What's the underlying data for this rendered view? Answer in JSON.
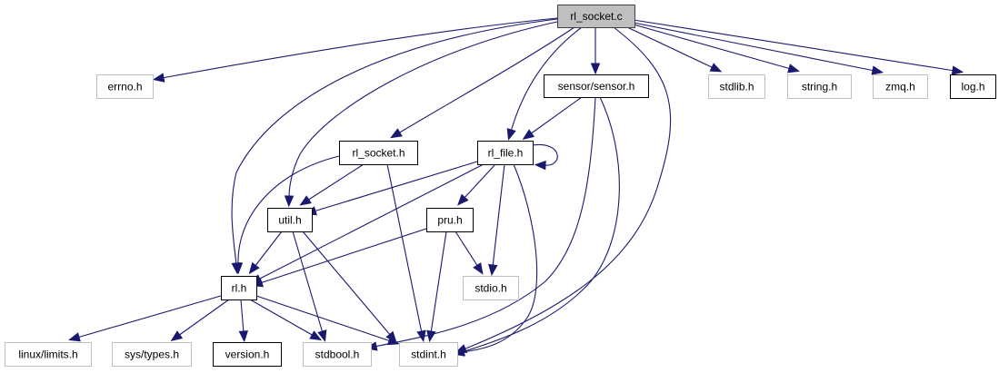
{
  "diagram": {
    "type": "include-dependency-graph",
    "root": "rl_socket.c",
    "colors": {
      "edge": "#191970",
      "root_fill": "#bfbfbf",
      "local_border": "#000000",
      "system_border": "#bfbfbf"
    },
    "nodes": [
      {
        "id": "rl_socket_c",
        "label": "rl_socket.c",
        "kind": "root"
      },
      {
        "id": "errno_h",
        "label": "errno.h",
        "kind": "system"
      },
      {
        "id": "sensor_h",
        "label": "sensor/sensor.h",
        "kind": "local"
      },
      {
        "id": "stdlib_h",
        "label": "stdlib.h",
        "kind": "system"
      },
      {
        "id": "string_h",
        "label": "string.h",
        "kind": "system"
      },
      {
        "id": "zmq_h",
        "label": "zmq.h",
        "kind": "system"
      },
      {
        "id": "log_h",
        "label": "log.h",
        "kind": "local"
      },
      {
        "id": "rl_socket_h",
        "label": "rl_socket.h",
        "kind": "local"
      },
      {
        "id": "rl_file_h",
        "label": "rl_file.h",
        "kind": "local"
      },
      {
        "id": "util_h",
        "label": "util.h",
        "kind": "local"
      },
      {
        "id": "pru_h",
        "label": "pru.h",
        "kind": "local"
      },
      {
        "id": "stdio_h",
        "label": "stdio.h",
        "kind": "system"
      },
      {
        "id": "rl_h",
        "label": "rl.h",
        "kind": "local"
      },
      {
        "id": "linux_limits_h",
        "label": "linux/limits.h",
        "kind": "system"
      },
      {
        "id": "sys_types_h",
        "label": "sys/types.h",
        "kind": "system"
      },
      {
        "id": "version_h",
        "label": "version.h",
        "kind": "local"
      },
      {
        "id": "stdbool_h",
        "label": "stdbool.h",
        "kind": "system"
      },
      {
        "id": "stdint_h",
        "label": "stdint.h",
        "kind": "system"
      }
    ],
    "edges": [
      [
        "rl_socket_c",
        "errno_h"
      ],
      [
        "rl_socket_c",
        "rl_h"
      ],
      [
        "rl_socket_c",
        "util_h"
      ],
      [
        "rl_socket_c",
        "rl_socket_h"
      ],
      [
        "rl_socket_c",
        "rl_file_h"
      ],
      [
        "rl_socket_c",
        "sensor_h"
      ],
      [
        "rl_socket_c",
        "stdint_h"
      ],
      [
        "rl_socket_c",
        "stdlib_h"
      ],
      [
        "rl_socket_c",
        "string_h"
      ],
      [
        "rl_socket_c",
        "zmq_h"
      ],
      [
        "rl_socket_c",
        "log_h"
      ],
      [
        "sensor_h",
        "rl_file_h"
      ],
      [
        "sensor_h",
        "stdbool_h"
      ],
      [
        "sensor_h",
        "stdint_h"
      ],
      [
        "rl_socket_h",
        "rl_h"
      ],
      [
        "rl_socket_h",
        "util_h"
      ],
      [
        "rl_socket_h",
        "stdint_h"
      ],
      [
        "rl_file_h",
        "rl_file_h"
      ],
      [
        "rl_file_h",
        "util_h"
      ],
      [
        "rl_file_h",
        "rl_h"
      ],
      [
        "rl_file_h",
        "pru_h"
      ],
      [
        "rl_file_h",
        "stdio_h"
      ],
      [
        "rl_file_h",
        "stdint_h"
      ],
      [
        "util_h",
        "rl_h"
      ],
      [
        "util_h",
        "stdbool_h"
      ],
      [
        "util_h",
        "stdint_h"
      ],
      [
        "pru_h",
        "rl_h"
      ],
      [
        "pru_h",
        "stdio_h"
      ],
      [
        "pru_h",
        "stdint_h"
      ],
      [
        "rl_h",
        "linux_limits_h"
      ],
      [
        "rl_h",
        "sys_types_h"
      ],
      [
        "rl_h",
        "version_h"
      ],
      [
        "rl_h",
        "stdbool_h"
      ],
      [
        "rl_h",
        "stdint_h"
      ]
    ]
  }
}
